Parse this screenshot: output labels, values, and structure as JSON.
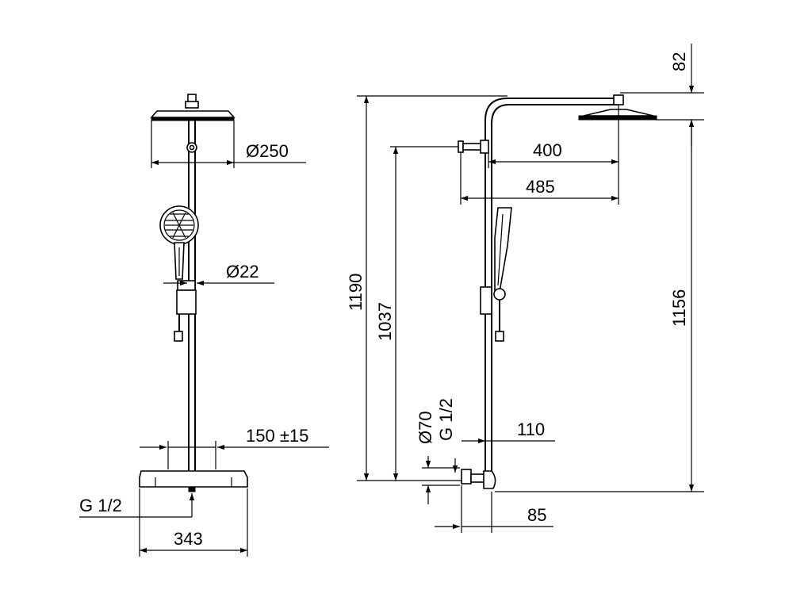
{
  "colors": {
    "line": "#000000",
    "background": "#ffffff"
  },
  "front_view": {
    "dim_head_diameter": "Ø250",
    "dim_pipe_diameter": "Ø22",
    "dim_connection_spacing": "150 ±15",
    "dim_thread": "G 1/2",
    "dim_mixer_width": "343"
  },
  "side_view": {
    "dim_head_offset": "82",
    "dim_arm_400": "400",
    "dim_arm_485": "485",
    "dim_total_height": "1190",
    "dim_height_1037": "1037",
    "dim_height_1156": "1156",
    "dim_rosette": "Ø70",
    "dim_thread": "G 1/2",
    "dim_wall_110": "110",
    "dim_wall_85": "85"
  }
}
